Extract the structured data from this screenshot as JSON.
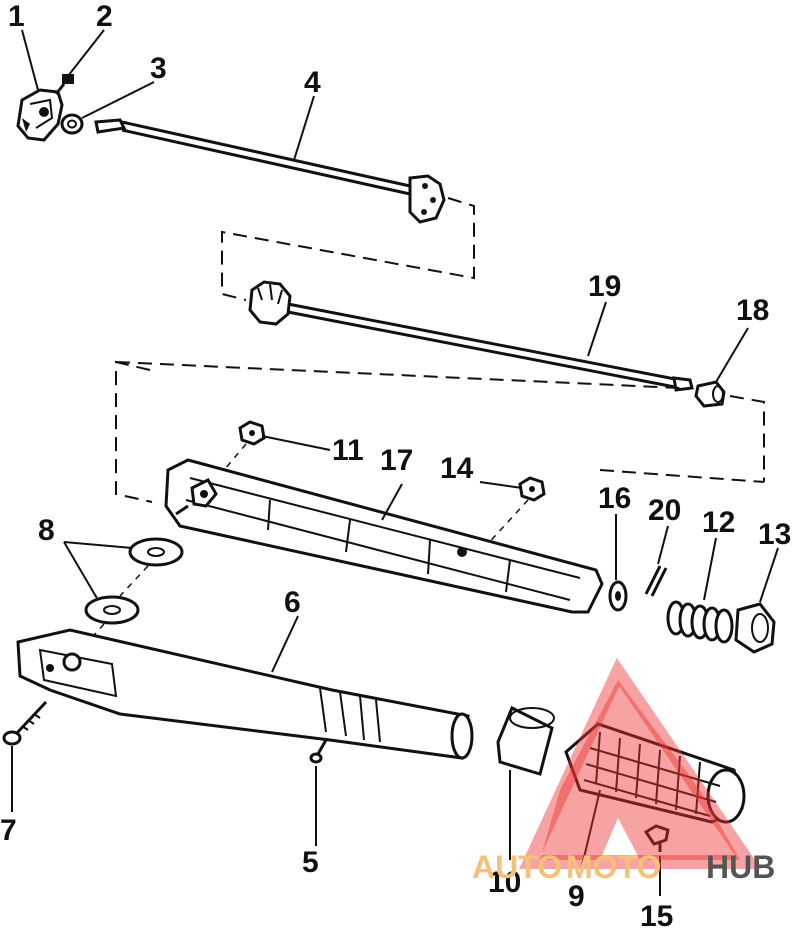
{
  "callouts": [
    "1",
    "2",
    "3",
    "4",
    "5",
    "6",
    "7",
    "8",
    "9",
    "10",
    "11",
    "12",
    "13",
    "14",
    "15",
    "16",
    "17",
    "18",
    "19",
    "20"
  ],
  "watermark": {
    "word_a": "AUTO",
    "word_b": "MOTO",
    "word_c": "HUB",
    "color_a": "#f4c07a",
    "color_b": "#f4c07a",
    "color_c": "#555555",
    "triangle_color": "#ee3333"
  }
}
